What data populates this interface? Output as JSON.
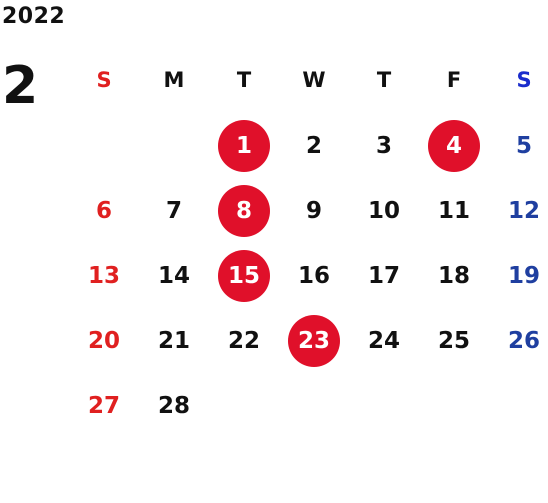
{
  "year": "2022",
  "month": "2",
  "weekdays": [
    "S",
    "M",
    "T",
    "W",
    "T",
    "F",
    "S"
  ],
  "weeks": [
    [
      "",
      "",
      "1",
      "2",
      "3",
      "4",
      "5"
    ],
    [
      "6",
      "7",
      "8",
      "9",
      "10",
      "11",
      "12"
    ],
    [
      "13",
      "14",
      "15",
      "16",
      "17",
      "18",
      "19"
    ],
    [
      "20",
      "21",
      "22",
      "23",
      "24",
      "25",
      "26"
    ],
    [
      "27",
      "28",
      "",
      "",
      "",
      "",
      ""
    ]
  ],
  "highlighted_days": [
    "1",
    "4",
    "8",
    "15",
    "23"
  ],
  "colors": {
    "sunday": "#e02020",
    "saturday": "#1f3fa0",
    "highlight": "#e0102a"
  }
}
